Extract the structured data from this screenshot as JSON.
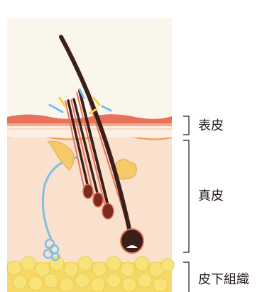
{
  "labels": {
    "epidermis": "表皮",
    "dermis": "真皮",
    "subcutaneous": "皮下組織"
  },
  "colors": {
    "background_panel": "#fbf6ec",
    "epidermis_surface": "#e8735a",
    "epidermis_band": "#f3a98b",
    "dermis": "#f9e1cd",
    "dermis_border": "#ee9a4f",
    "fat": "#f7e37a",
    "hair": "#3b1f1a",
    "bulb": "#7a2d1f",
    "sebaceous_gland": "#f6c96b",
    "sweat_gland": "#7fbfe6",
    "bracket": "#231815",
    "accent_yellow": "#f4d33d",
    "accent_blue": "#6fc3e9"
  },
  "icons": {
    "hairs": "hair-follicle-icon",
    "gland": "sebaceous-gland-icon",
    "sweat": "sweat-gland-icon"
  }
}
